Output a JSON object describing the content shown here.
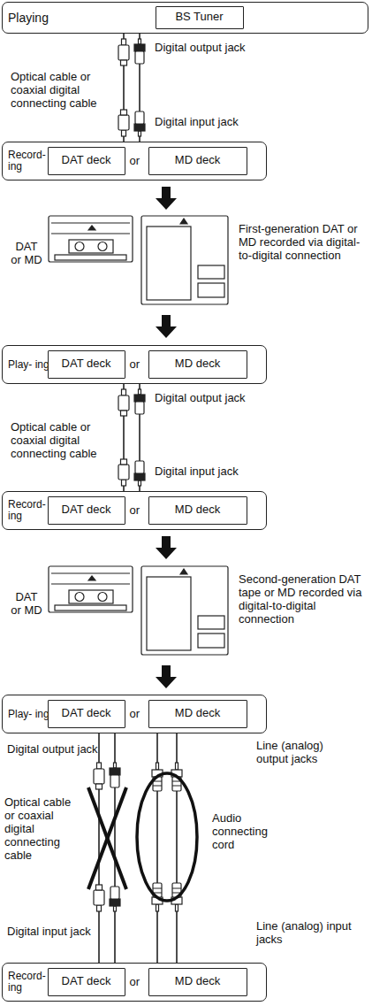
{
  "diagram": {
    "nodes": [
      {
        "text": [
          "Playing"
        ]
      },
      {
        "text": [
          "BS Tuner"
        ],
        "in": 0
      },
      {
        "text": [
          "Record- ing",
          "or"
        ]
      },
      {
        "text": [
          "DAT deck"
        ],
        "in": 2
      },
      {
        "text": [
          "MD deck"
        ],
        "in": 2
      },
      {
        "text": [
          "Play- ing",
          "or"
        ]
      },
      {
        "text": [
          "DAT deck"
        ],
        "in": 5
      },
      {
        "text": [
          "MD deck"
        ],
        "in": 5
      },
      {
        "text": [
          "Record- ing",
          "or"
        ]
      },
      {
        "text": [
          "DAT deck"
        ],
        "in": 8
      },
      {
        "text": [
          "MD deck"
        ],
        "in": 8
      },
      {
        "text": [
          "Play- ing",
          "or"
        ]
      },
      {
        "text": [
          "DAT deck"
        ],
        "in": 11
      },
      {
        "text": [
          "MD deck"
        ],
        "in": 11
      },
      {
        "text": [
          "Record- ing",
          "or"
        ]
      },
      {
        "text": [
          "DAT deck"
        ],
        "in": 14
      },
      {
        "text": [
          "MD deck"
        ],
        "in": 14
      }
    ],
    "edges": [
      {
        "from": 0,
        "to": 2,
        "arrow": "none"
      },
      {
        "from": 5,
        "to": 8,
        "arrow": "none"
      },
      {
        "from": 11,
        "to": 14,
        "arrow": "none"
      },
      {
        "from": 11,
        "to": 14,
        "arrow": "none"
      }
    ],
    "labels": [
      "Digital output jack",
      "Optical cable or coaxial digital connecting cable",
      "Digital input jack",
      "DAT or MD",
      "First-generation DAT or MD recorded via digital-to-digital connection",
      "Digital output jack",
      "Optical cable or coaxial digital connecting cable",
      "Digital input jack",
      "DAT or MD",
      "Second-generation DAT tape or MD recorded via digital-to-digital connection",
      "Digital output jack",
      "Line (analog) output jacks",
      "Optical cable or coaxial digital connecting cable",
      "Audio connecting cord",
      "Digital input jack",
      "Line (analog) input jacks"
    ]
  }
}
